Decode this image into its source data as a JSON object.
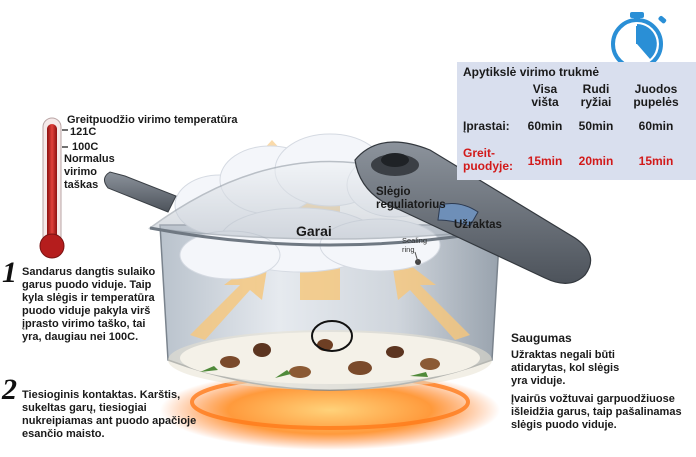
{
  "thermometer": {
    "title": "Greitpuodžio virimo temperatūra",
    "high_temp": "121C",
    "low_temp": "100C",
    "normal_label": "Normalus virimo taškas"
  },
  "timing_table": {
    "title": "Apytikslė virimo trukmė",
    "columns": [
      "Visa vištа",
      "Rudi ryžiai",
      "Juodos pupelės"
    ],
    "rows": [
      {
        "label": "Įprastai:",
        "values": [
          "60min",
          "50min",
          "60min"
        ],
        "highlight": false
      },
      {
        "label": "Greit-puodyje:",
        "values": [
          "15min",
          "20min",
          "15min"
        ],
        "highlight": true
      }
    ],
    "highlight_color": "#d21a1a"
  },
  "diagram_labels": {
    "steam": "Garai",
    "regulator": "Slėgio reguliatorius",
    "lock": "Užraktas",
    "sealing_ring": "Sealing ring"
  },
  "notes": {
    "note1_number": "1",
    "note1_text": "Sandarus dangtis sulaiko garus puodo viduje. Taip kyla slėgis ir temperatūra puodo viduje pakyla virš įprasto virimo taško, tai yra, daugiau nei 100C.",
    "note2_number": "2",
    "note2_text": "Tiesioginis kontaktas. Karštis, sukeltas garų, tiesiogiai nukreipiamas ant puodo apačioje esančio maisto.",
    "safety_title": "Saugumas",
    "safety_text1": "Užraktas negali būti atidarytas, kol slėgis yra viduje.",
    "safety_text2": "Įvairūs vožtuvai garpuodžiuose išleidžia garus, taip pašalinamas slėgis puodo viduje."
  },
  "icons": [
    "stopwatch-icon",
    "thermometer-icon",
    "pressure-cooker-illustration"
  ]
}
